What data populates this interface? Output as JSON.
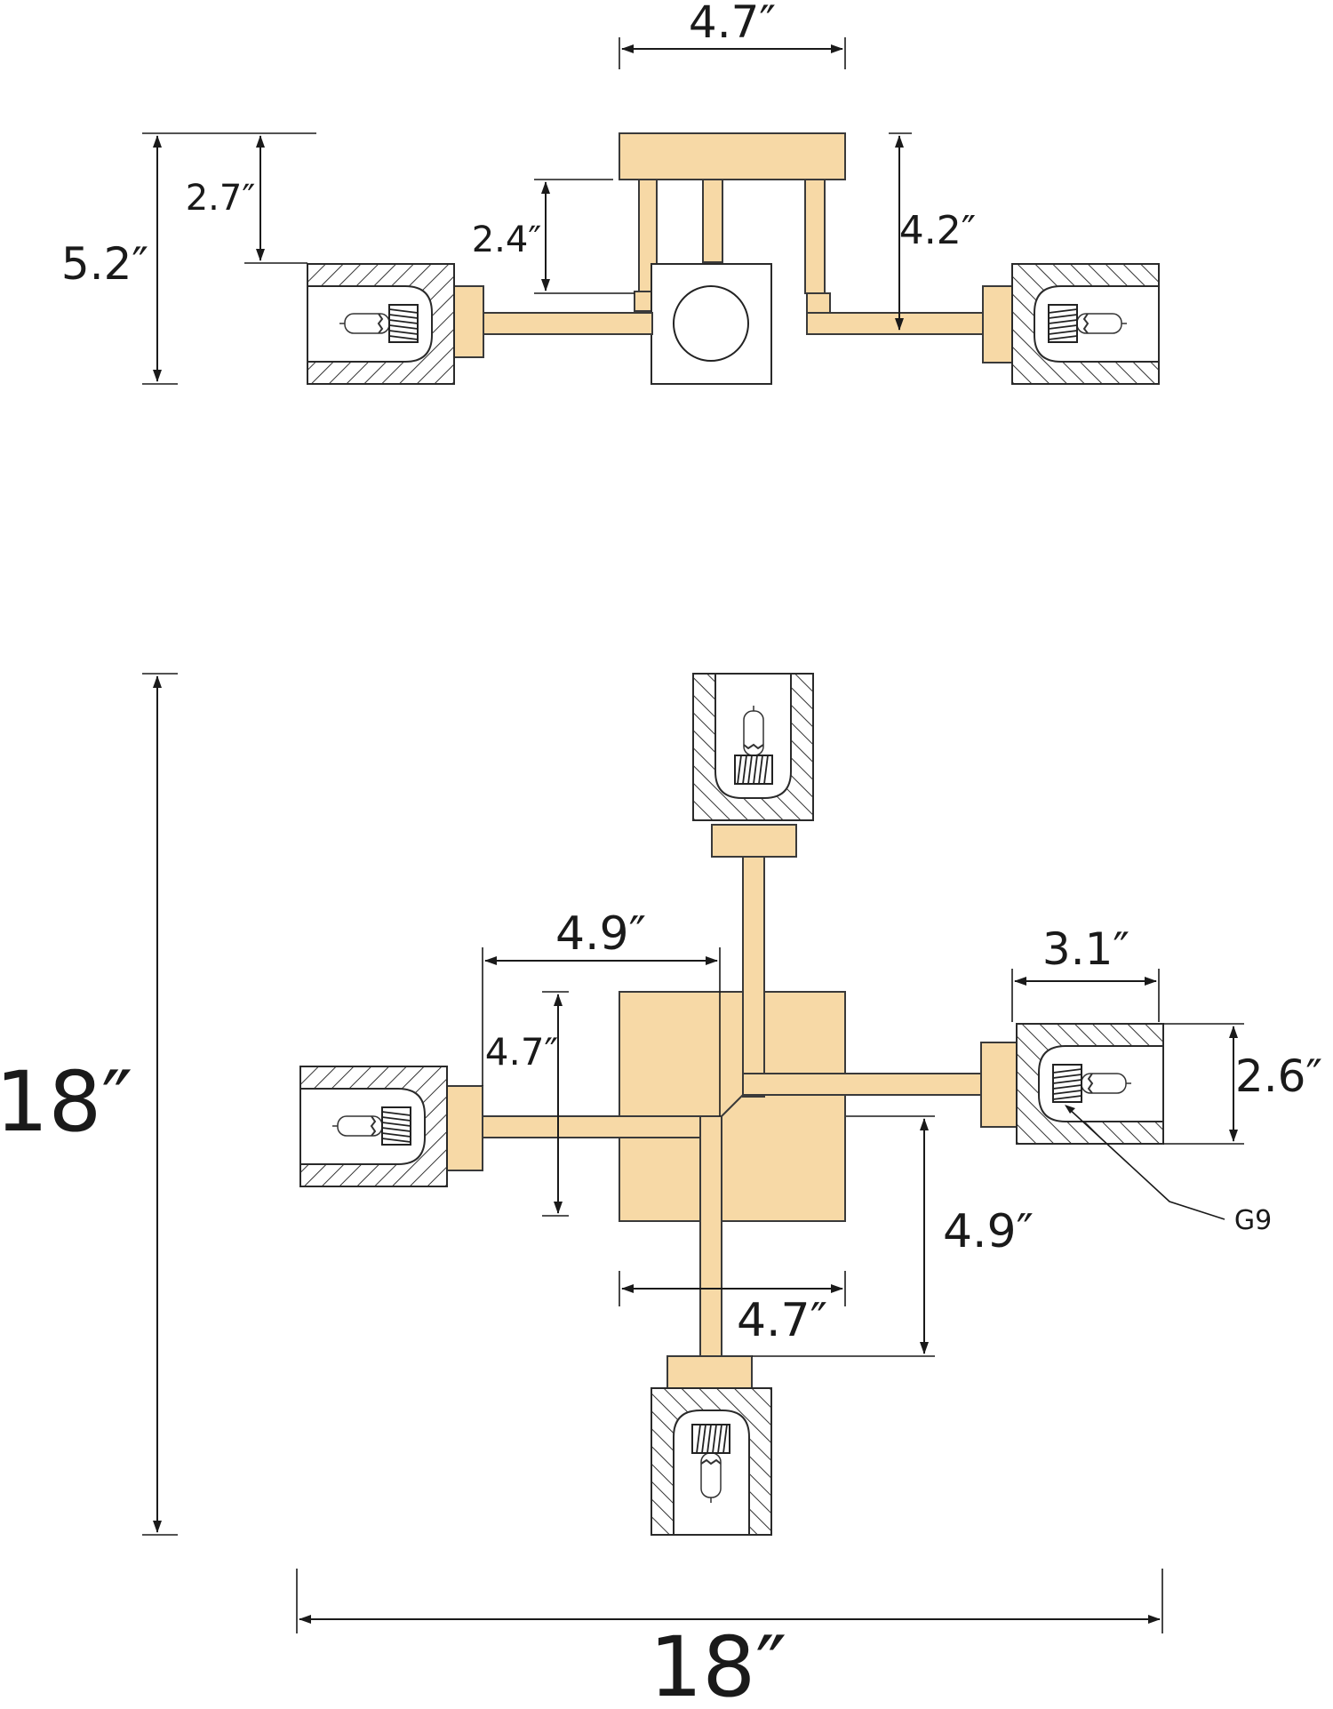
{
  "colors": {
    "brass": "#f7d9a6",
    "line": "#1a1a1a",
    "background": "#ffffff"
  },
  "side_view": {
    "canopy_width": "4.7″",
    "overall_height": "5.2″",
    "shade_top_drop": "2.7″",
    "stem_height": "2.4″",
    "arm_drop": "4.2″"
  },
  "top_view": {
    "overall_height": "18″",
    "overall_width": "18″",
    "arm_offset_width": "4.9″",
    "canopy_height": "4.7″",
    "shade_length": "3.1″",
    "shade_height": "2.6″",
    "arm_offset_height": "4.9″",
    "canopy_width": "4.7″",
    "bulb_type": "G9"
  }
}
